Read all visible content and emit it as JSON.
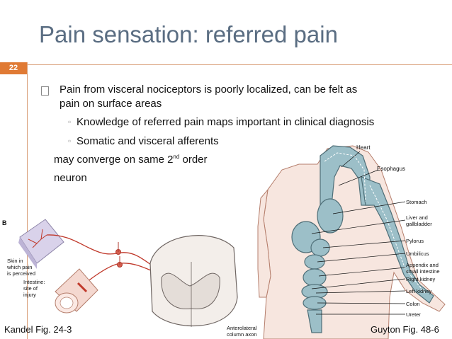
{
  "slide": {
    "title": "Pain sensation: referred pain",
    "page_number": "22",
    "bullet_main_line1": "Pain from visceral nociceptors is poorly localized, can be felt as",
    "bullet_main_line2": "pain on surface areas",
    "sub_bullet_1": "Knowledge of referred pain maps important in clinical diagnosis",
    "sub_bullet_2": "Somatic and visceral afferents",
    "continuation_part1": "may converge on same 2",
    "continuation_sup": "nd",
    "continuation_part2": " order",
    "continuation_line2": "neuron"
  },
  "left_figure": {
    "panel_letter": "B",
    "skin_label_line1": "Skin in",
    "skin_label_line2": "which pain",
    "skin_label_line3": "is perceived",
    "intestine_label_line1": "Intestine:",
    "intestine_label_line2": "site of",
    "intestine_label_line3": "injury",
    "axon_label_line1": "Anterolateral",
    "axon_label_line2": "column axon",
    "caption": "Kandel Fig. 24-3"
  },
  "right_figure": {
    "labels": {
      "heart": "Heart",
      "esophagus": "Esophagus",
      "stomach": "Stomach",
      "liver_line1": "Liver and",
      "liver_line2": "gallbladder",
      "pylorus": "Pylorus",
      "umbilicus": "Umbilicus",
      "appendix_line1": "Appendix and",
      "appendix_line2": "small intestine",
      "right_kidney": "Right kidney",
      "left_kidney": "Left kidney",
      "colon": "Colon",
      "ureter": "Ureter"
    },
    "caption": "Guyton Fig. 48-6"
  },
  "colors": {
    "title": "#5a6d82",
    "accent": "#e07a34",
    "region_fill": "#9cbfc8",
    "nerve": "#c0392b"
  }
}
